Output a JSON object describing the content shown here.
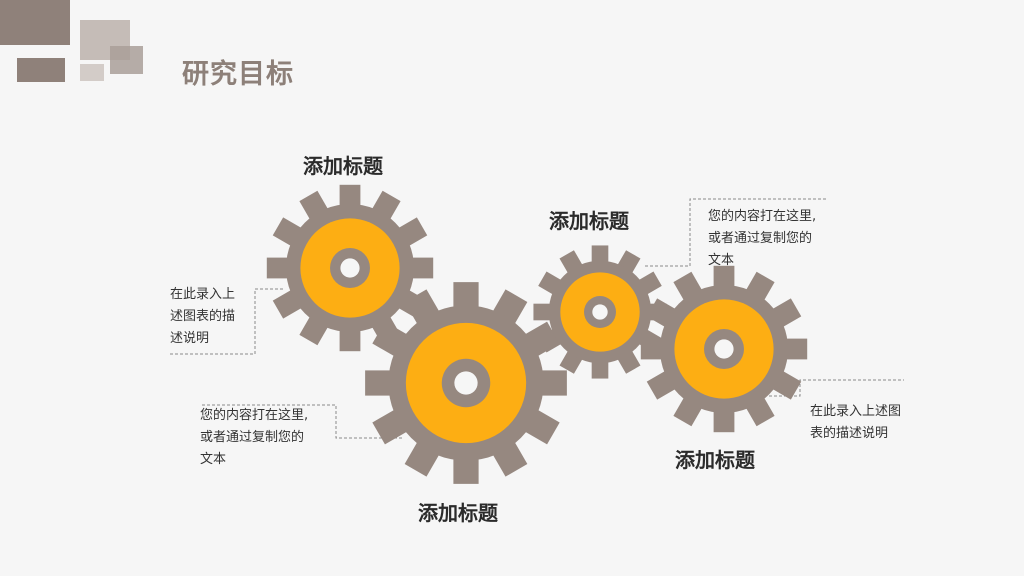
{
  "title": "研究目标",
  "colors": {
    "gear_brown": "#968880",
    "gear_yellow": "#fdae13",
    "title_color": "#8d8079"
  },
  "gears": [
    {
      "title": "添加标题",
      "desc": [
        "在此录入上",
        "述图表的描",
        "述说明"
      ]
    },
    {
      "title": "添加标题",
      "desc": [
        "您的内容打在这里,",
        "或者通过复制您的",
        "文本"
      ]
    },
    {
      "title": "添加标题",
      "desc": [
        "您的内容打在这里,",
        "或者通过复制您的",
        "文本"
      ]
    },
    {
      "title": "添加标题",
      "desc": [
        "在此录入上述图",
        "表的描述说明"
      ]
    }
  ]
}
